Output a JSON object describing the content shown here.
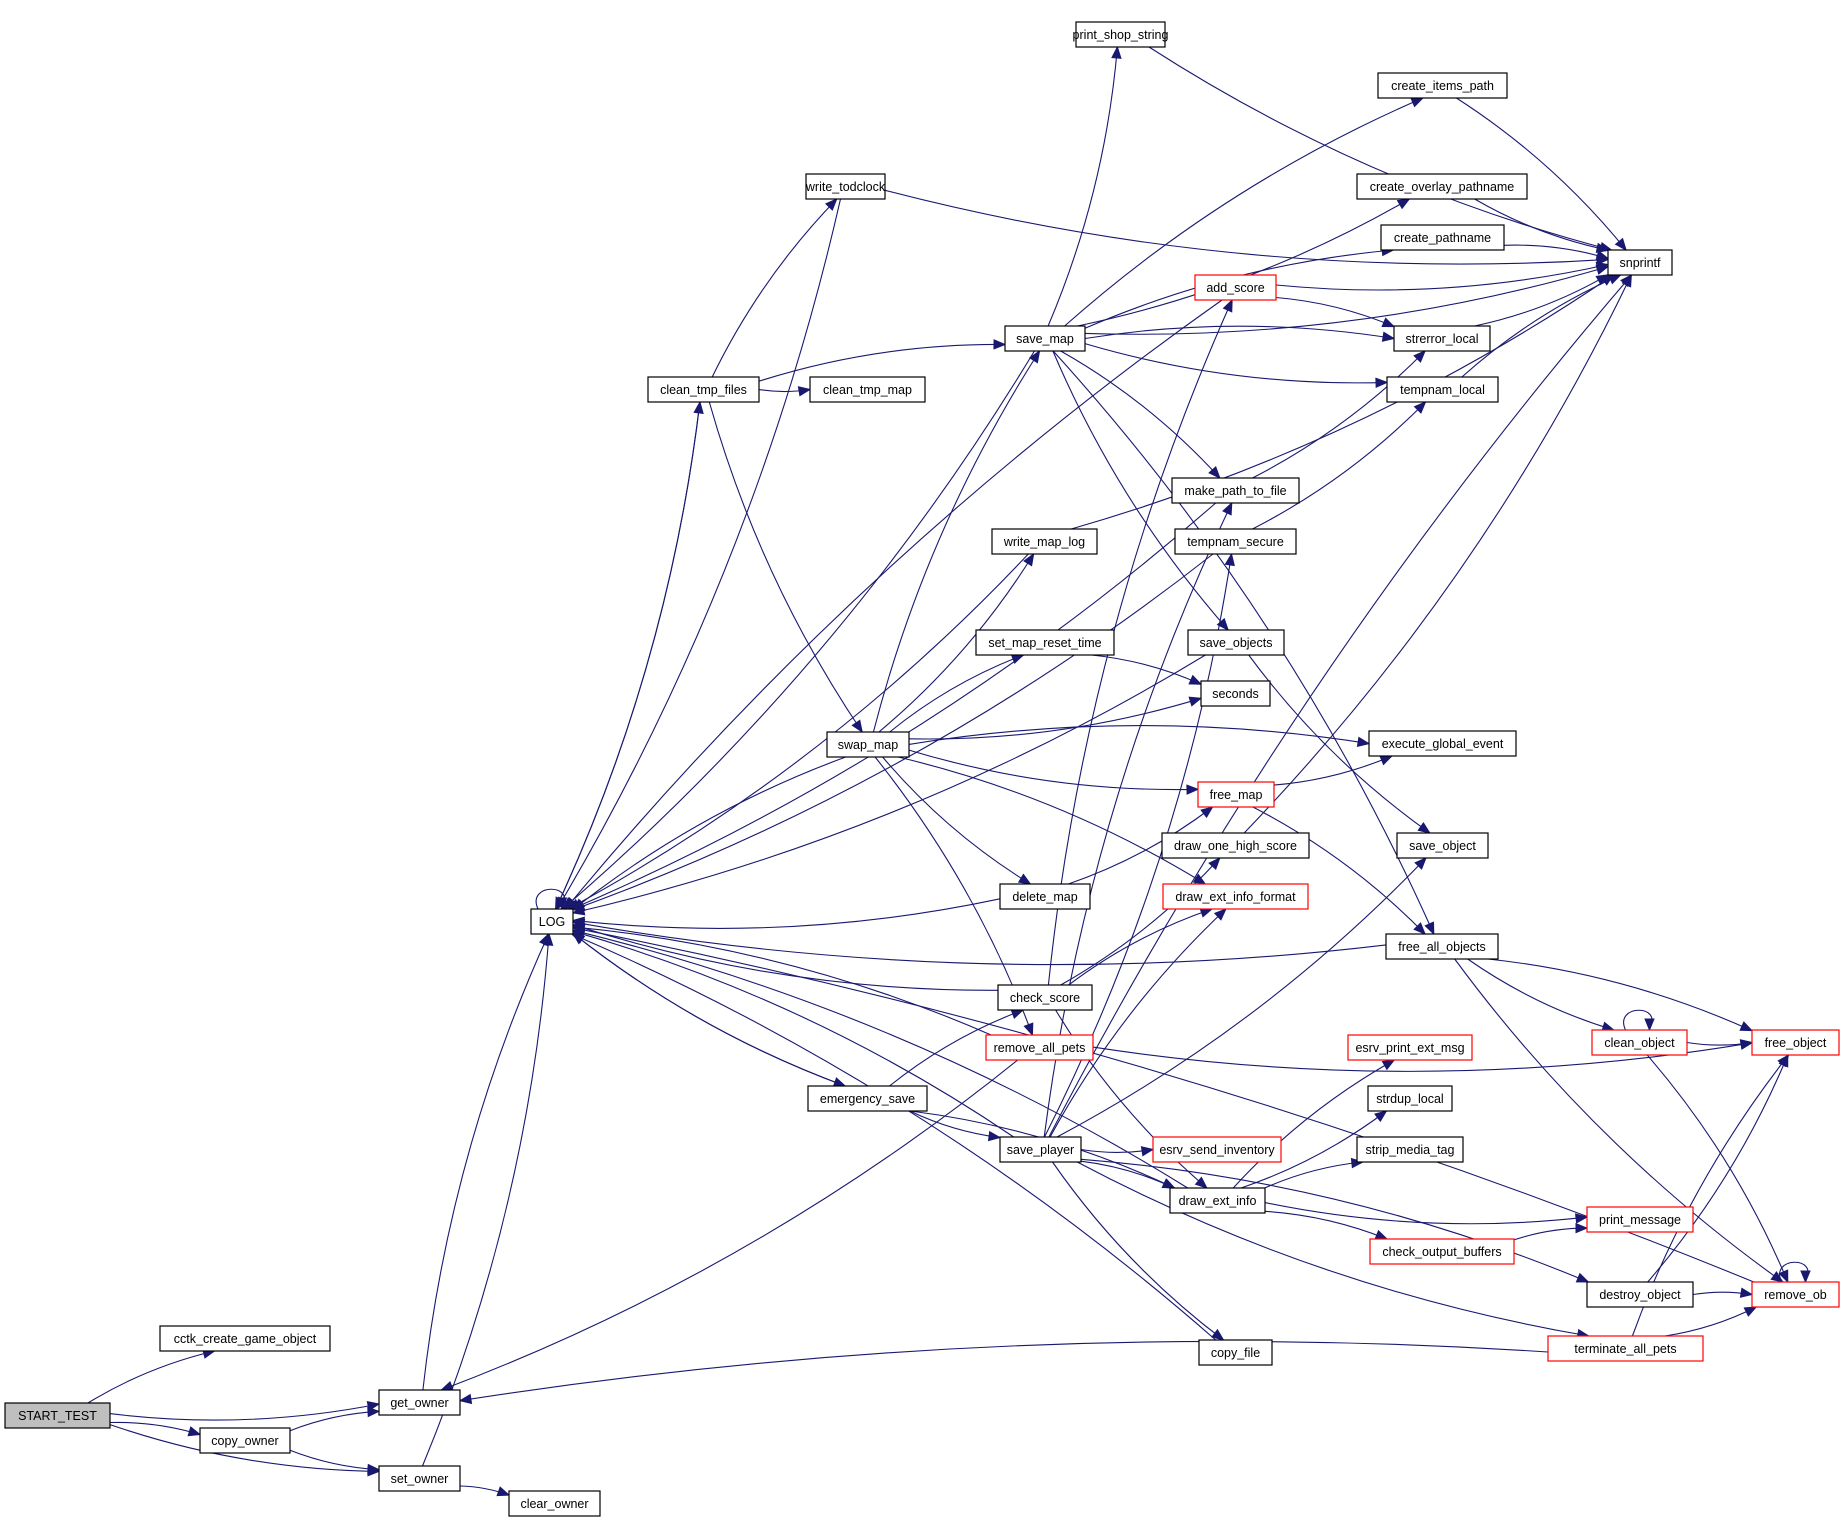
{
  "diagram": {
    "type": "call-graph",
    "root": "START_TEST",
    "colors": {
      "edge": "#191970",
      "node_border": "#000000",
      "node_border_incomplete": "#ff0000",
      "root_fill": "#bfbfbf",
      "node_fill": "#ffffff"
    },
    "nodes": [
      {
        "id": "START_TEST",
        "label": "START_TEST",
        "style": "root"
      },
      {
        "id": "cctk_create_game_object",
        "label": "cctk_create_game_object",
        "style": "normal"
      },
      {
        "id": "get_owner",
        "label": "get_owner",
        "style": "normal"
      },
      {
        "id": "copy_owner",
        "label": "copy_owner",
        "style": "normal"
      },
      {
        "id": "set_owner",
        "label": "set_owner",
        "style": "normal"
      },
      {
        "id": "clear_owner",
        "label": "clear_owner",
        "style": "normal"
      },
      {
        "id": "LOG",
        "label": "LOG",
        "style": "normal"
      },
      {
        "id": "write_todclock",
        "label": "write_todclock",
        "style": "normal"
      },
      {
        "id": "clean_tmp_files",
        "label": "clean_tmp_files",
        "style": "normal"
      },
      {
        "id": "clean_tmp_map",
        "label": "clean_tmp_map",
        "style": "normal"
      },
      {
        "id": "swap_map",
        "label": "swap_map",
        "style": "normal"
      },
      {
        "id": "emergency_save",
        "label": "emergency_save",
        "style": "normal"
      },
      {
        "id": "print_shop_string",
        "label": "print_shop_string",
        "style": "normal"
      },
      {
        "id": "save_map",
        "label": "save_map",
        "style": "normal"
      },
      {
        "id": "write_map_log",
        "label": "write_map_log",
        "style": "normal"
      },
      {
        "id": "set_map_reset_time",
        "label": "set_map_reset_time",
        "style": "normal"
      },
      {
        "id": "delete_map",
        "label": "delete_map",
        "style": "normal"
      },
      {
        "id": "check_score",
        "label": "check_score",
        "style": "normal"
      },
      {
        "id": "remove_all_pets",
        "label": "remove_all_pets",
        "style": "incomplete"
      },
      {
        "id": "save_player",
        "label": "save_player",
        "style": "normal"
      },
      {
        "id": "add_score",
        "label": "add_score",
        "style": "incomplete"
      },
      {
        "id": "make_path_to_file",
        "label": "make_path_to_file",
        "style": "normal"
      },
      {
        "id": "tempnam_secure",
        "label": "tempnam_secure",
        "style": "normal"
      },
      {
        "id": "save_objects",
        "label": "save_objects",
        "style": "normal"
      },
      {
        "id": "seconds",
        "label": "seconds",
        "style": "normal"
      },
      {
        "id": "free_map",
        "label": "free_map",
        "style": "incomplete"
      },
      {
        "id": "draw_one_high_score",
        "label": "draw_one_high_score",
        "style": "normal"
      },
      {
        "id": "draw_ext_info_format",
        "label": "draw_ext_info_format",
        "style": "incomplete"
      },
      {
        "id": "esrv_send_inventory",
        "label": "esrv_send_inventory",
        "style": "incomplete"
      },
      {
        "id": "draw_ext_info",
        "label": "draw_ext_info",
        "style": "normal"
      },
      {
        "id": "copy_file",
        "label": "copy_file",
        "style": "normal"
      },
      {
        "id": "create_items_path",
        "label": "create_items_path",
        "style": "normal"
      },
      {
        "id": "create_overlay_pathname",
        "label": "create_overlay_pathname",
        "style": "normal"
      },
      {
        "id": "create_pathname",
        "label": "create_pathname",
        "style": "normal"
      },
      {
        "id": "strerror_local",
        "label": "strerror_local",
        "style": "normal"
      },
      {
        "id": "tempnam_local",
        "label": "tempnam_local",
        "style": "normal"
      },
      {
        "id": "execute_global_event",
        "label": "execute_global_event",
        "style": "normal"
      },
      {
        "id": "save_object",
        "label": "save_object",
        "style": "normal"
      },
      {
        "id": "free_all_objects",
        "label": "free_all_objects",
        "style": "normal"
      },
      {
        "id": "esrv_print_ext_msg",
        "label": "esrv_print_ext_msg",
        "style": "incomplete"
      },
      {
        "id": "strdup_local",
        "label": "strdup_local",
        "style": "normal"
      },
      {
        "id": "strip_media_tag",
        "label": "strip_media_tag",
        "style": "normal"
      },
      {
        "id": "check_output_buffers",
        "label": "check_output_buffers",
        "style": "incomplete"
      },
      {
        "id": "destroy_object",
        "label": "destroy_object",
        "style": "normal"
      },
      {
        "id": "terminate_all_pets",
        "label": "terminate_all_pets",
        "style": "incomplete"
      },
      {
        "id": "snprintf",
        "label": "snprintf",
        "style": "normal"
      },
      {
        "id": "clean_object",
        "label": "clean_object",
        "style": "incomplete"
      },
      {
        "id": "free_object",
        "label": "free_object",
        "style": "incomplete"
      },
      {
        "id": "print_message",
        "label": "print_message",
        "style": "incomplete"
      },
      {
        "id": "remove_ob",
        "label": "remove_ob",
        "style": "incomplete"
      }
    ],
    "edges": [
      [
        "START_TEST",
        "cctk_create_game_object"
      ],
      [
        "START_TEST",
        "get_owner"
      ],
      [
        "START_TEST",
        "copy_owner"
      ],
      [
        "START_TEST",
        "set_owner"
      ],
      [
        "copy_owner",
        "get_owner"
      ],
      [
        "copy_owner",
        "set_owner"
      ],
      [
        "set_owner",
        "clear_owner"
      ],
      [
        "set_owner",
        "LOG"
      ],
      [
        "get_owner",
        "LOG"
      ],
      [
        "LOG",
        "LOG"
      ],
      [
        "write_todclock",
        "LOG"
      ],
      [
        "write_todclock",
        "snprintf"
      ],
      [
        "clean_tmp_files",
        "write_todclock"
      ],
      [
        "clean_tmp_files",
        "clean_tmp_map"
      ],
      [
        "clean_tmp_files",
        "save_map"
      ],
      [
        "clean_tmp_files",
        "swap_map"
      ],
      [
        "clean_tmp_files",
        "LOG"
      ],
      [
        "LOG",
        "clean_tmp_files"
      ],
      [
        "save_map",
        "LOG"
      ],
      [
        "save_map",
        "print_shop_string"
      ],
      [
        "save_map",
        "create_items_path"
      ],
      [
        "save_map",
        "create_overlay_pathname"
      ],
      [
        "save_map",
        "create_pathname"
      ],
      [
        "save_map",
        "snprintf"
      ],
      [
        "save_map",
        "strerror_local"
      ],
      [
        "save_map",
        "tempnam_local"
      ],
      [
        "save_map",
        "make_path_to_file"
      ],
      [
        "save_map",
        "save_objects"
      ],
      [
        "save_map",
        "free_all_objects"
      ],
      [
        "print_shop_string",
        "snprintf"
      ],
      [
        "create_items_path",
        "snprintf"
      ],
      [
        "create_overlay_pathname",
        "snprintf"
      ],
      [
        "create_pathname",
        "snprintf"
      ],
      [
        "strerror_local",
        "snprintf"
      ],
      [
        "tempnam_local",
        "snprintf"
      ],
      [
        "add_score",
        "snprintf"
      ],
      [
        "add_score",
        "strerror_local"
      ],
      [
        "add_score",
        "LOG"
      ],
      [
        "make_path_to_file",
        "LOG"
      ],
      [
        "make_path_to_file",
        "strerror_local"
      ],
      [
        "tempnam_secure",
        "LOG"
      ],
      [
        "tempnam_secure",
        "tempnam_local"
      ],
      [
        "write_map_log",
        "LOG"
      ],
      [
        "write_map_log",
        "snprintf"
      ],
      [
        "save_objects",
        "LOG"
      ],
      [
        "save_objects",
        "save_object"
      ],
      [
        "swap_map",
        "save_map"
      ],
      [
        "swap_map",
        "write_map_log"
      ],
      [
        "swap_map",
        "set_map_reset_time"
      ],
      [
        "swap_map",
        "seconds"
      ],
      [
        "swap_map",
        "execute_global_event"
      ],
      [
        "swap_map",
        "free_map"
      ],
      [
        "swap_map",
        "draw_ext_info_format"
      ],
      [
        "swap_map",
        "delete_map"
      ],
      [
        "swap_map",
        "remove_all_pets"
      ],
      [
        "swap_map",
        "LOG"
      ],
      [
        "set_map_reset_time",
        "seconds"
      ],
      [
        "free_map",
        "execute_global_event"
      ],
      [
        "free_map",
        "free_all_objects"
      ],
      [
        "delete_map",
        "free_map"
      ],
      [
        "delete_map",
        "LOG"
      ],
      [
        "draw_one_high_score",
        "snprintf"
      ],
      [
        "check_score",
        "add_score"
      ],
      [
        "check_score",
        "draw_one_high_score"
      ],
      [
        "check_score",
        "draw_ext_info_format"
      ],
      [
        "check_score",
        "draw_ext_info"
      ],
      [
        "check_score",
        "LOG"
      ],
      [
        "remove_all_pets",
        "LOG"
      ],
      [
        "remove_all_pets",
        "get_owner"
      ],
      [
        "remove_all_pets",
        "free_object"
      ],
      [
        "emergency_save",
        "LOG"
      ],
      [
        "LOG",
        "emergency_save"
      ],
      [
        "emergency_save",
        "check_score"
      ],
      [
        "emergency_save",
        "save_player"
      ],
      [
        "emergency_save",
        "draw_ext_info"
      ],
      [
        "save_player",
        "LOG"
      ],
      [
        "save_player",
        "make_path_to_file"
      ],
      [
        "save_player",
        "tempnam_secure"
      ],
      [
        "save_player",
        "draw_ext_info_format"
      ],
      [
        "save_player",
        "save_object"
      ],
      [
        "save_player",
        "snprintf"
      ],
      [
        "save_player",
        "esrv_send_inventory"
      ],
      [
        "save_player",
        "draw_ext_info"
      ],
      [
        "save_player",
        "copy_file"
      ],
      [
        "save_player",
        "destroy_object"
      ],
      [
        "save_player",
        "terminate_all_pets"
      ],
      [
        "draw_ext_info",
        "esrv_print_ext_msg"
      ],
      [
        "draw_ext_info",
        "strdup_local"
      ],
      [
        "draw_ext_info",
        "strip_media_tag"
      ],
      [
        "draw_ext_info",
        "print_message"
      ],
      [
        "draw_ext_info",
        "check_output_buffers"
      ],
      [
        "draw_ext_info",
        "LOG"
      ],
      [
        "check_output_buffers",
        "print_message"
      ],
      [
        "copy_file",
        "LOG"
      ],
      [
        "free_all_objects",
        "LOG"
      ],
      [
        "free_all_objects",
        "clean_object"
      ],
      [
        "free_all_objects",
        "free_object"
      ],
      [
        "free_all_objects",
        "remove_ob"
      ],
      [
        "clean_object",
        "clean_object"
      ],
      [
        "clean_object",
        "free_object"
      ],
      [
        "clean_object",
        "remove_ob"
      ],
      [
        "destroy_object",
        "free_object"
      ],
      [
        "destroy_object",
        "remove_ob"
      ],
      [
        "terminate_all_pets",
        "get_owner"
      ],
      [
        "terminate_all_pets",
        "free_object"
      ],
      [
        "terminate_all_pets",
        "remove_ob"
      ],
      [
        "remove_ob",
        "remove_ob"
      ],
      [
        "remove_ob",
        "LOG"
      ]
    ]
  }
}
